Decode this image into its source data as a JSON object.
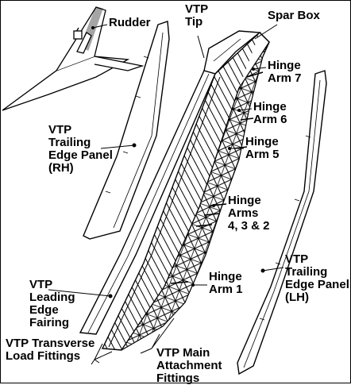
{
  "labels": {
    "rudder": "Rudder",
    "vtp_tip": "VTP\nTip",
    "spar_box": "Spar Box",
    "hinge_arm_7": "Hinge\nArm 7",
    "hinge_arm_6": "Hinge\nArm 6",
    "hinge_arm_5": "Hinge\nArm 5",
    "hinge_arms_432": "Hinge\nArms\n4, 3 & 2",
    "hinge_arm_1": "Hinge\nArm 1",
    "te_panel_rh": "VTP\nTrailing\nEdge Panel\n(RH)",
    "te_panel_lh": "VTP\nTrailing\nEdge Panel\n(LH)",
    "le_fairing": "VTP\nLeading\nEdge\nFairing",
    "transverse_fittings": "VTP Transverse\nLoad Fittings",
    "main_fittings": "VTP Main\nAttachment\nFittings"
  },
  "colors": {
    "line": "#000000",
    "background": "#ffffff"
  }
}
